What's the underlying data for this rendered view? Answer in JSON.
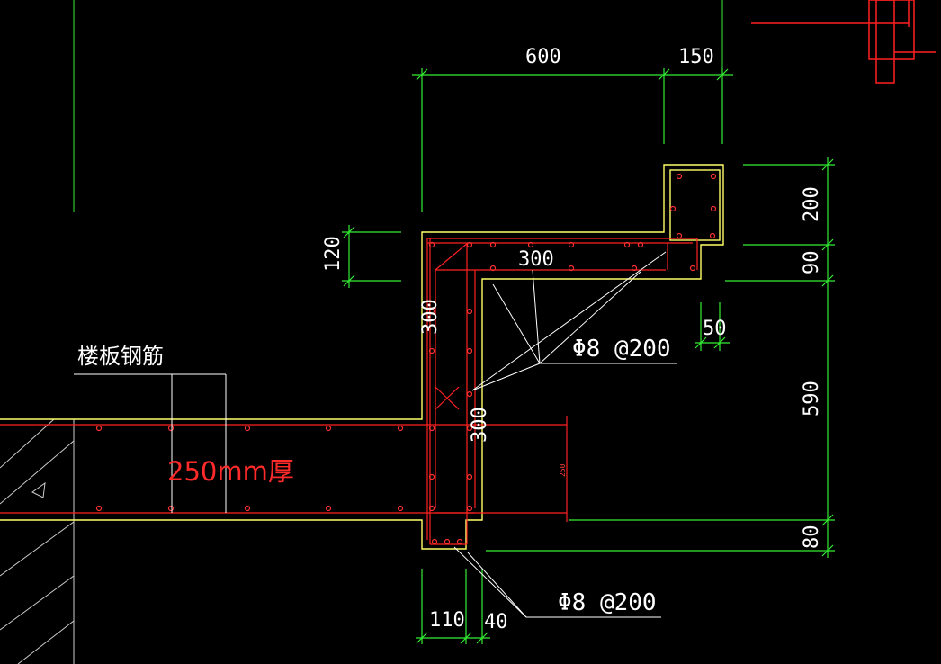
{
  "labels": {
    "slab_rebar": "楼板钢筋",
    "slab_thickness": "250mm厚",
    "rebar_upper": "Φ8 @200",
    "rebar_lower": "Φ8 @200",
    "inner_thickness": "250"
  },
  "dimensions": {
    "top_600": "600",
    "top_150": "150",
    "right_200": "200",
    "right_90": "90",
    "right_590": "590",
    "right_80": "80",
    "left_120": "120",
    "wall_300_a": "300",
    "wall_300_b": "300",
    "top_300": "300",
    "right_50": "50",
    "bottom_110": "110",
    "bottom_40": "40"
  },
  "colors": {
    "background": "#000000",
    "outline": "#ffff66",
    "rebar": "#ff2020",
    "dimension": "#33ee33",
    "leader": "#ffffff",
    "note": "#ff2a2a"
  }
}
